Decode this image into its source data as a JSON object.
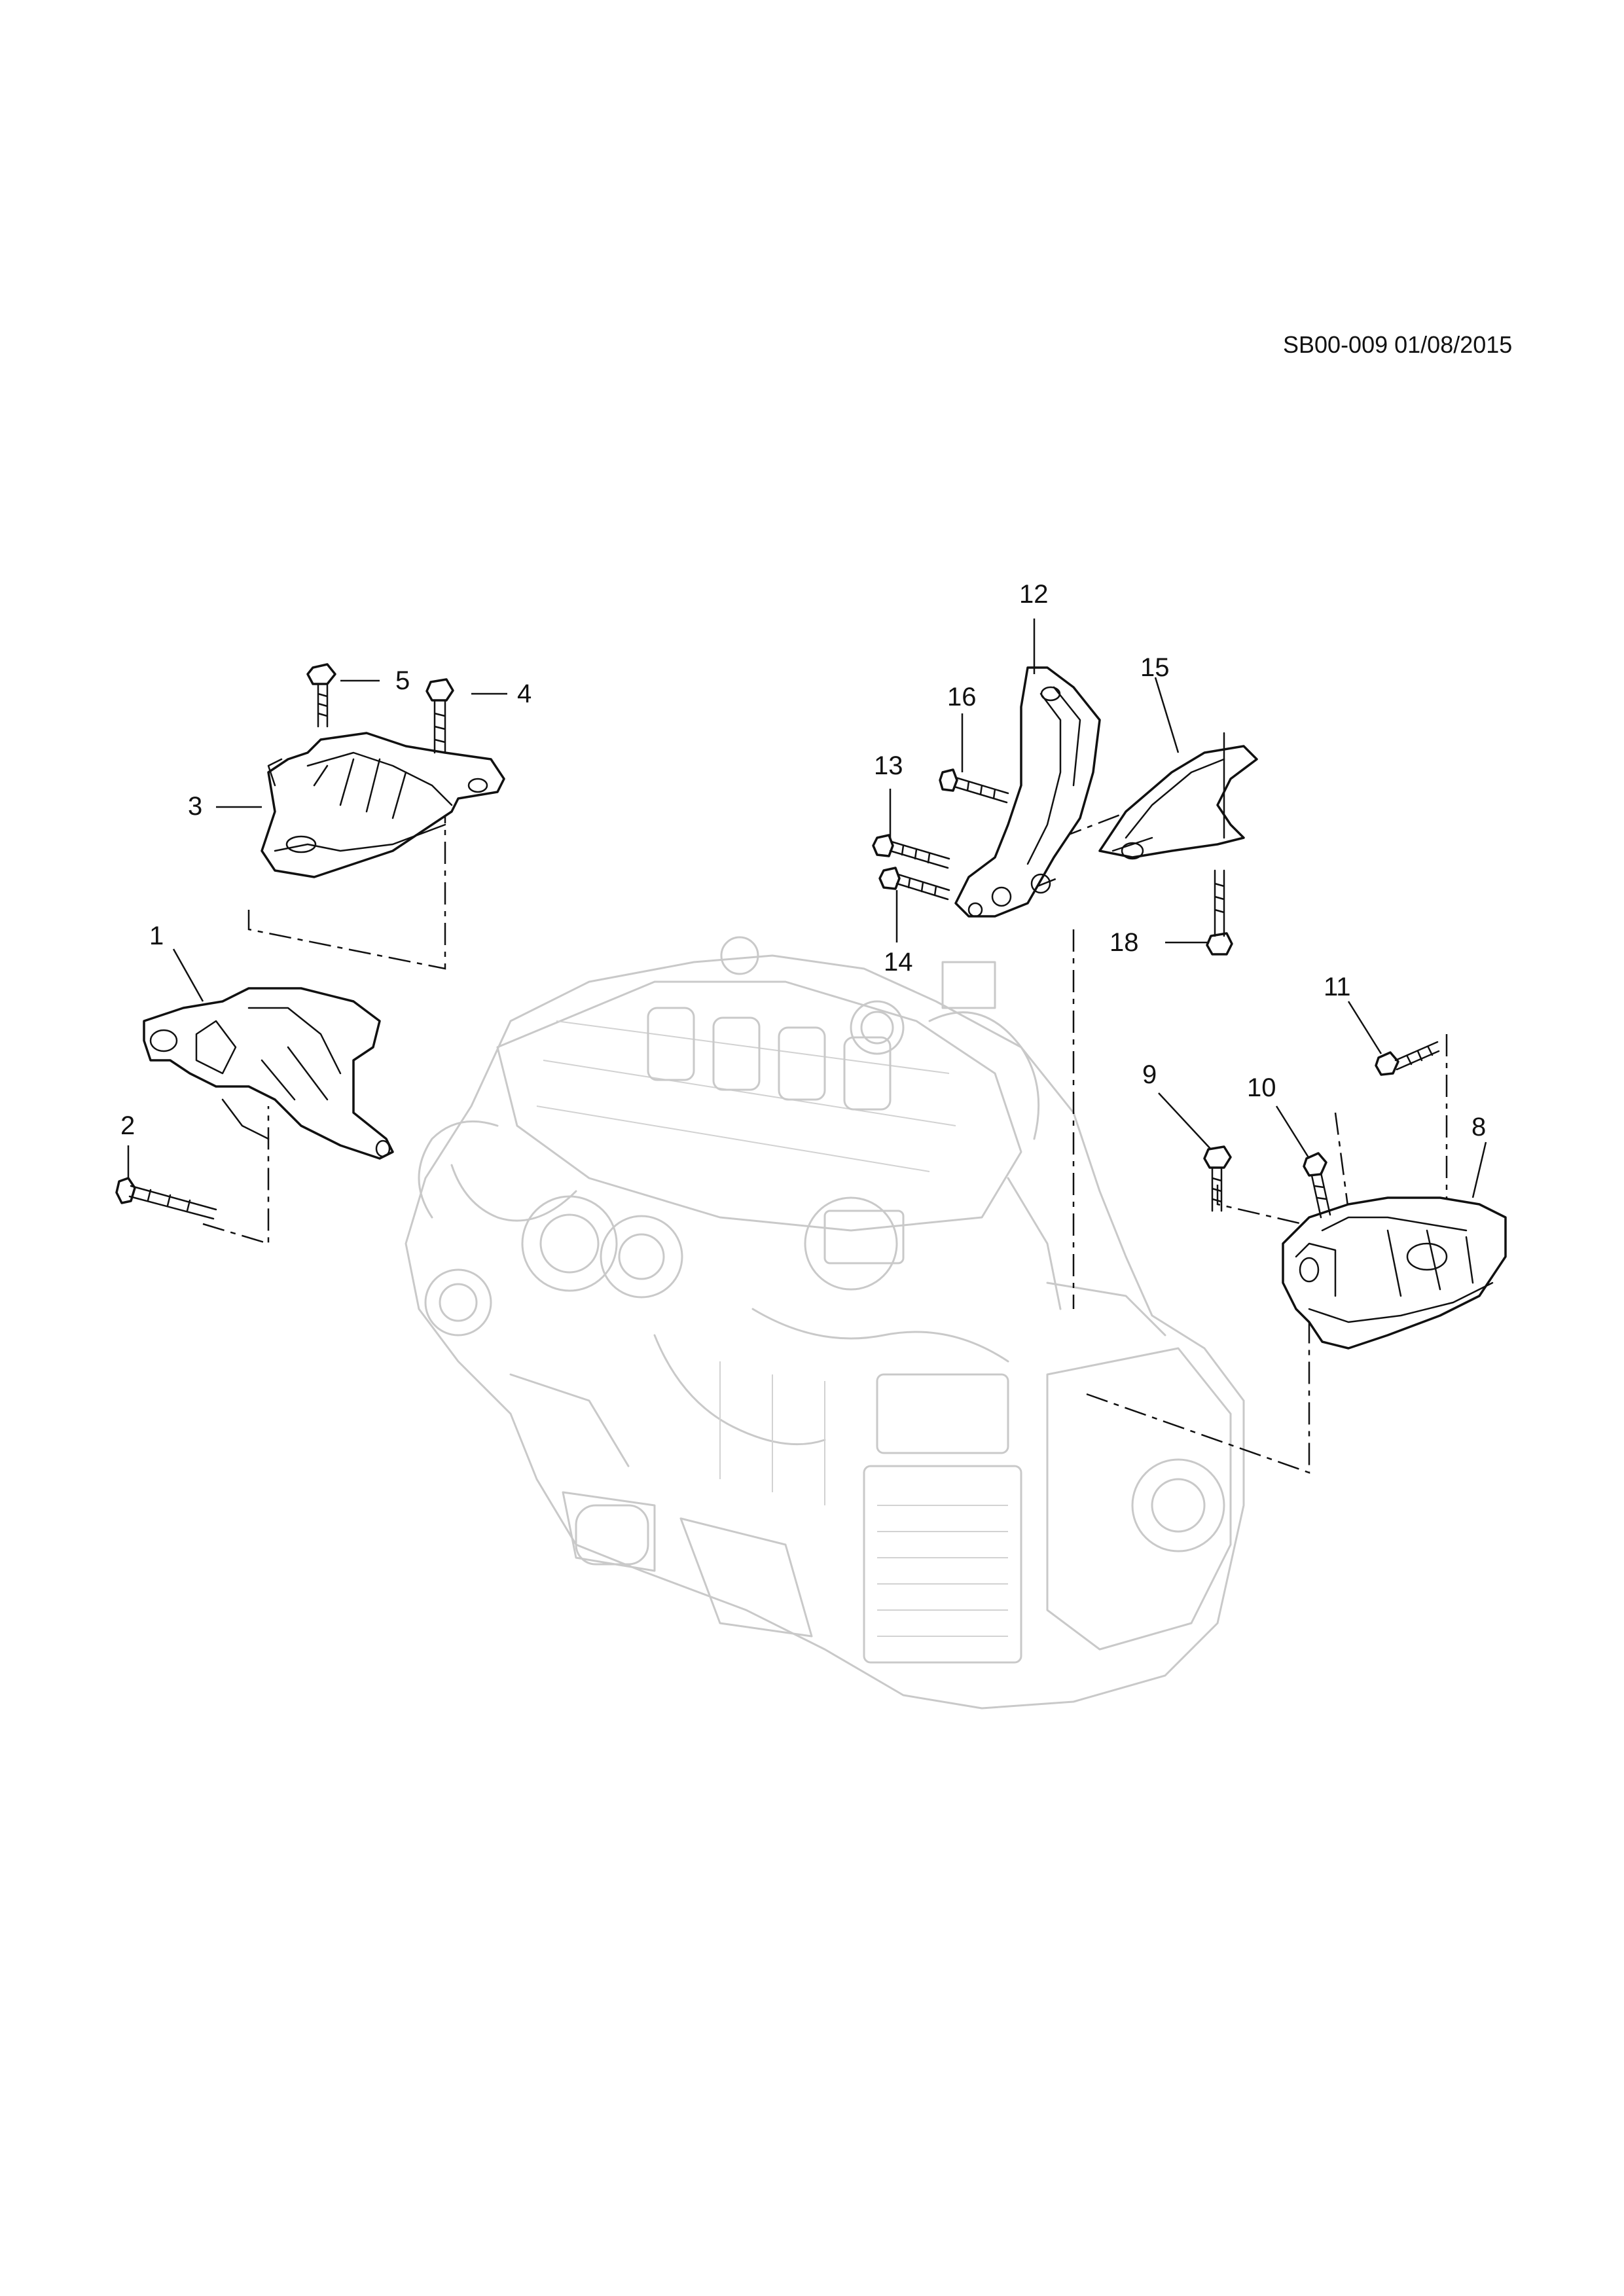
{
  "header": {
    "document_id": "SB00-009 01/08/2015"
  },
  "callouts": [
    "1",
    "2",
    "3",
    "4",
    "5",
    "8",
    "9",
    "10",
    "11",
    "12",
    "13",
    "14",
    "15",
    "16",
    "18"
  ],
  "assembly_icon": "engine-transmission-assembly"
}
